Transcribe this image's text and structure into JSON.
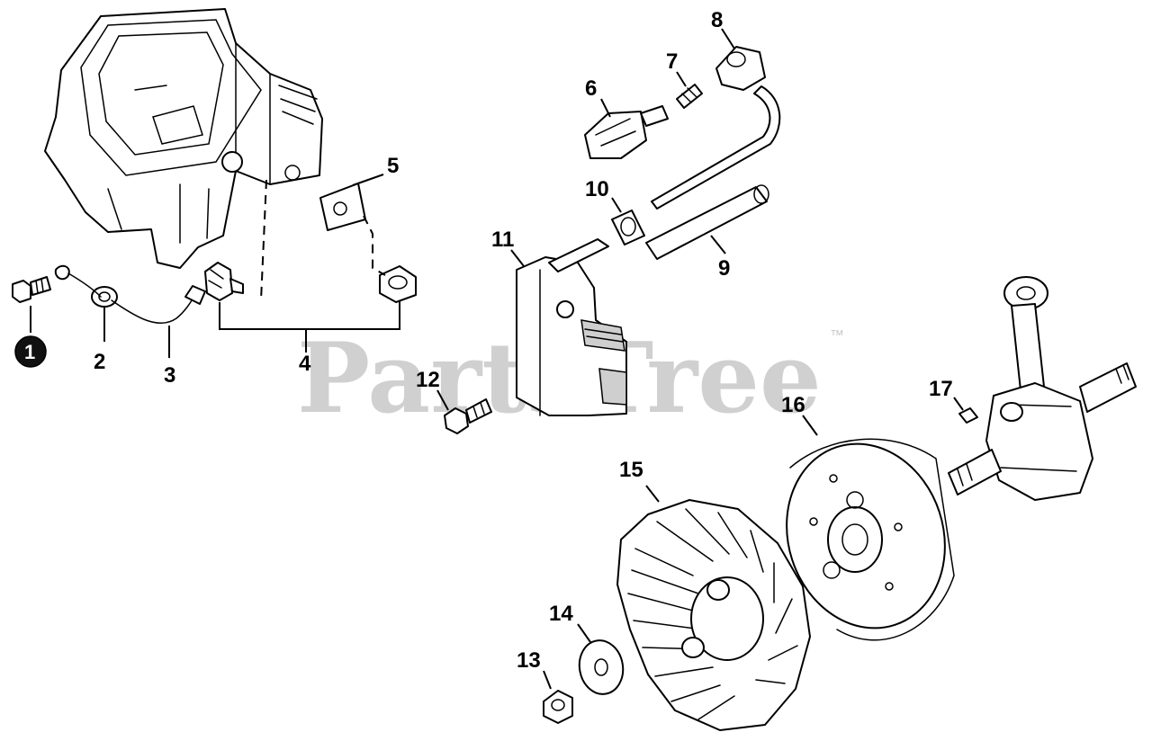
{
  "watermark": {
    "brand": "PartsTree",
    "trademark": "™"
  },
  "callouts": {
    "c1": "1",
    "c2": "2",
    "c3": "3",
    "c4": "4",
    "c5": "5",
    "c6": "6",
    "c7": "7",
    "c8": "8",
    "c9": "9",
    "c10": "10",
    "c11": "11",
    "c12": "12",
    "c13": "13",
    "c14": "14",
    "c15": "15",
    "c16": "16",
    "c17": "17"
  },
  "colors": {
    "line": "#000000",
    "watermark": "#c8c8c8",
    "background": "#ffffff",
    "highlight_badge": "#000000"
  }
}
